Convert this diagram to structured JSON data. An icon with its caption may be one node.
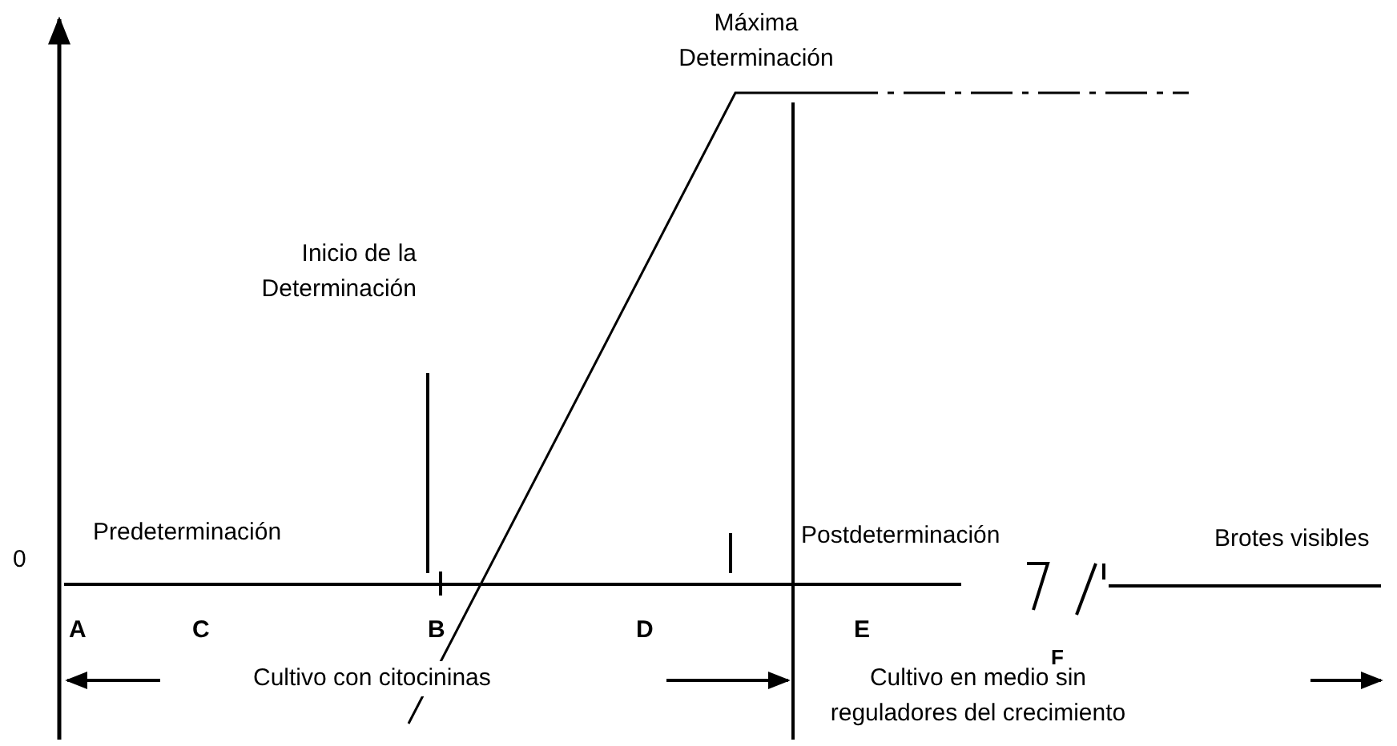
{
  "diagram": {
    "labels": [
      "Máxima Determinación",
      "Inicio de la Determinación",
      "0",
      "Predeterminación",
      "Postdeterminación",
      "Brotes visibles",
      "A",
      "C",
      "B",
      "D",
      "E",
      "F",
      "Cultivo con citocininas",
      "Cultivo en medio sin reguladores del crecimiento"
    ]
  }
}
